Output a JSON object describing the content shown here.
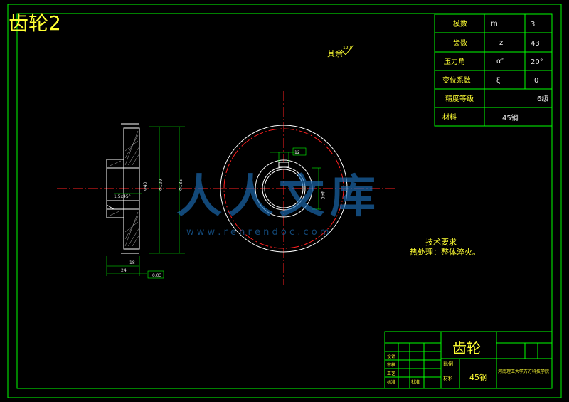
{
  "header": {
    "title": "齿轮2"
  },
  "param_table": {
    "rows": [
      {
        "name": "模数",
        "symbol": "m",
        "value": "3"
      },
      {
        "name": "齿数",
        "symbol": "z",
        "value": "43"
      },
      {
        "name": "压力角",
        "symbol": "α°",
        "value": "20°"
      },
      {
        "name": "变位系数",
        "symbol": "ξ",
        "value": "0"
      },
      {
        "name": "精度等级",
        "symbol": "",
        "value": "6级"
      },
      {
        "name": "材料",
        "symbol": "",
        "value": "45钢"
      }
    ]
  },
  "roughness": {
    "label": "其余",
    "value": "12.5"
  },
  "section_view": {
    "chamfer": "1.5x45°",
    "dim_bottom_1": "18",
    "dim_bottom_2": "24",
    "dim_dia_1": "Φ129",
    "dim_dia_2": "Φ135",
    "dim_bore": "Φ40",
    "runout": "0.03"
  },
  "front_view": {
    "keyway_width": "12",
    "bore_dim": "Φ40"
  },
  "watermark": {
    "text": "人人文库",
    "url": "w w w . r e n r e n d o c . c o m"
  },
  "tech_notes": {
    "title": "技术要求",
    "line1": "热处理：整体淬火。"
  },
  "title_block": {
    "part_name": "齿轮",
    "material_label": "材料",
    "material": "45钢",
    "scale_label": "比例",
    "school": "河南理工大学万方科技学院",
    "row_labels": [
      "设计",
      "审核",
      "工艺",
      "标准",
      "批准"
    ]
  },
  "colors": {
    "frame": "#00ff00",
    "text": "#ffff33",
    "centerline": "#ff2020",
    "outline": "#ffffff",
    "watermark": "#1d6fb8"
  }
}
